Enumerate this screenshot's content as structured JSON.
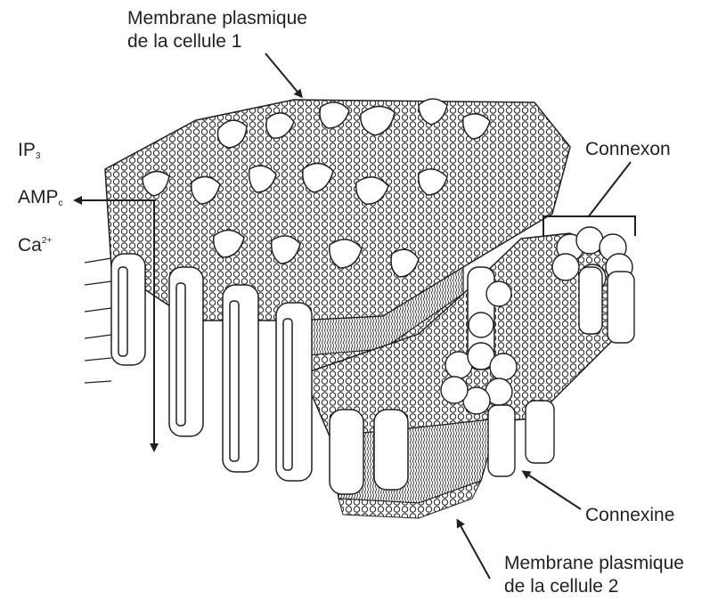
{
  "labels": {
    "membrane1_line1": "Membrane plasmique",
    "membrane1_line2": "de la cellule 1",
    "connexon": "Connexon",
    "connexine": "Connexine",
    "membrane2_line1": "Membrane plasmique",
    "membrane2_line2": "de la cellule 2",
    "ip3_base": "IP",
    "ip3_sub": "3",
    "amp_base": "AMP",
    "amp_sub": "c",
    "ca_base": "Ca",
    "ca_sup": "2+"
  },
  "colors": {
    "ink": "#231f20",
    "background": "#ffffff",
    "lipid_fill": "#ffffff"
  },
  "icons": {
    "arrow": "arrowhead"
  }
}
